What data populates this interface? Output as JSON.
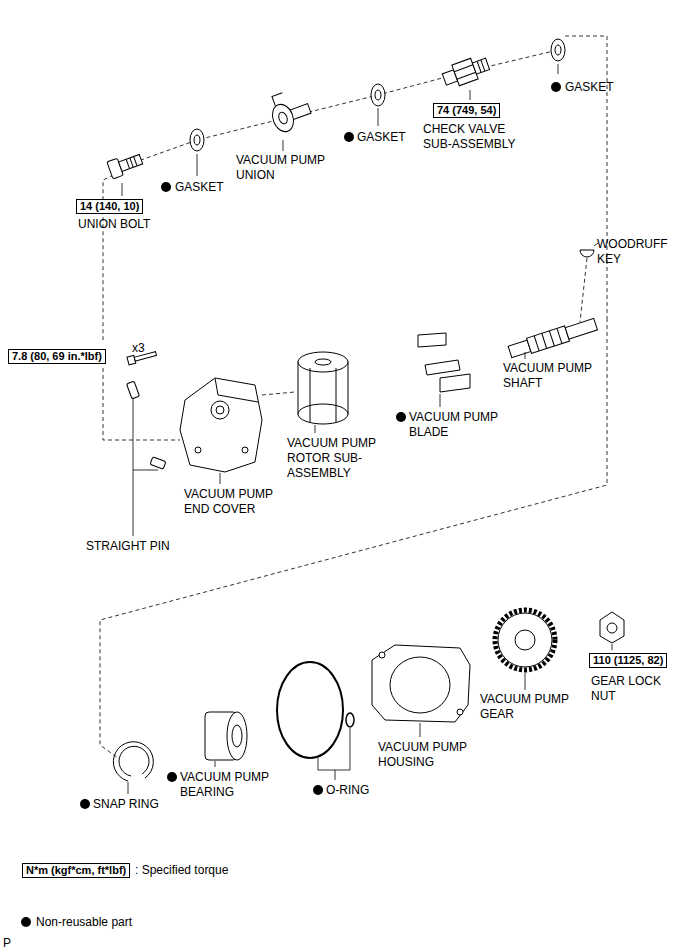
{
  "diagram": {
    "nodes": [
      {
        "text": [
          "74 (749, 54)"
        ]
      },
      {
        "text": [
          "14 (140, 10)"
        ]
      },
      {
        "text": [
          "7.8 (80, 69 in.*lbf)"
        ]
      },
      {
        "text": [
          "110 (1125, 82)"
        ]
      },
      {
        "text": [
          "N*m (kgf*cm, ft*lbf)"
        ]
      }
    ],
    "labels": [
      "GASKET",
      "CHECK VALVE SUB-ASSEMBLY",
      "GASKET",
      "VACUUM PUMP UNION",
      "GASKET",
      "UNION BOLT",
      "WOODRUFF KEY",
      "x3",
      "VACUUM PUMP SHAFT",
      "VACUUM PUMP BLADE",
      "VACUUM PUMP ROTOR SUB-ASSEMBLY",
      "VACUUM PUMP END COVER",
      "STRAIGHT PIN",
      "GEAR LOCK NUT",
      "VACUUM PUMP GEAR",
      "VACUUM PUMP HOUSING",
      "VACUUM PUMP BEARING",
      "O-RING",
      "SNAP RING",
      "P"
    ],
    "legend": [
      {
        "text": ": Specified torque"
      },
      {
        "text": "Non-reusable part"
      }
    ]
  }
}
